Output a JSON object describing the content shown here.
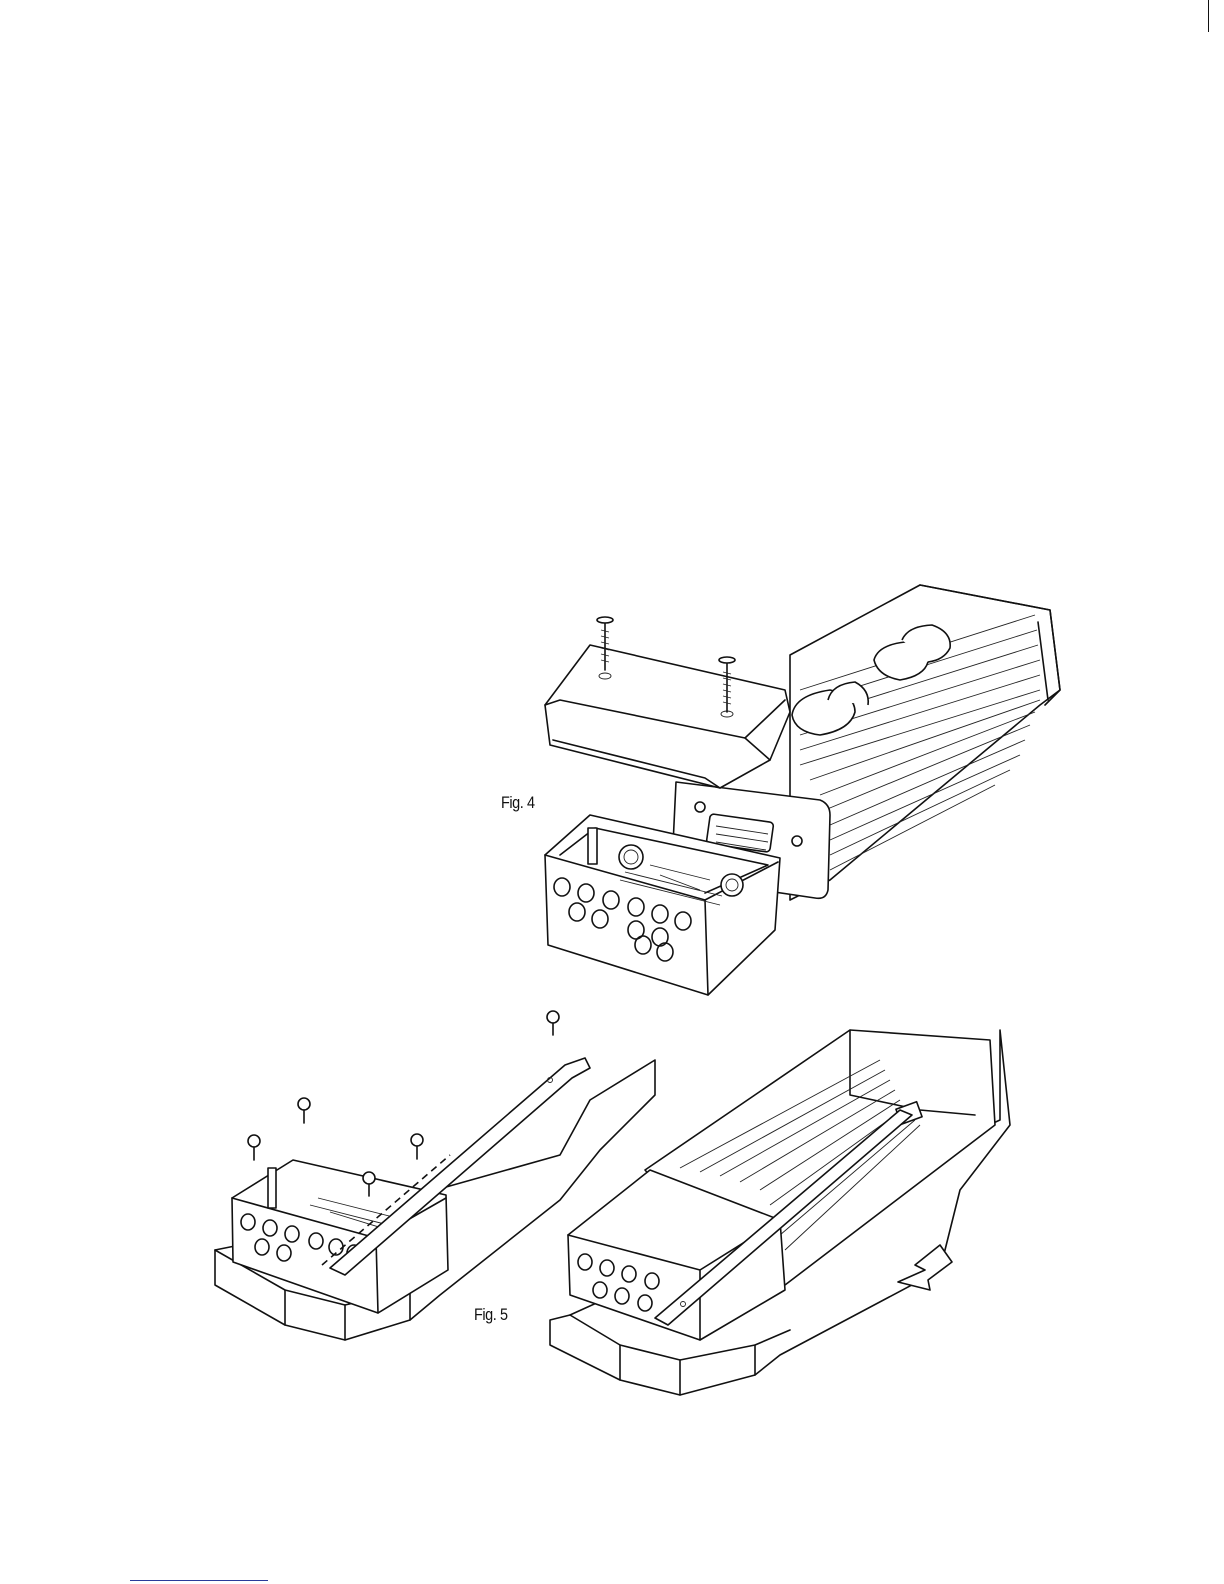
{
  "figures": [
    {
      "id": "fig4",
      "label": "Fig. 4"
    },
    {
      "id": "fig5",
      "label": "Fig. 5"
    }
  ],
  "colors": {
    "line": "#111111",
    "background": "#ffffff",
    "footer_rule": "#2a3b9a"
  }
}
